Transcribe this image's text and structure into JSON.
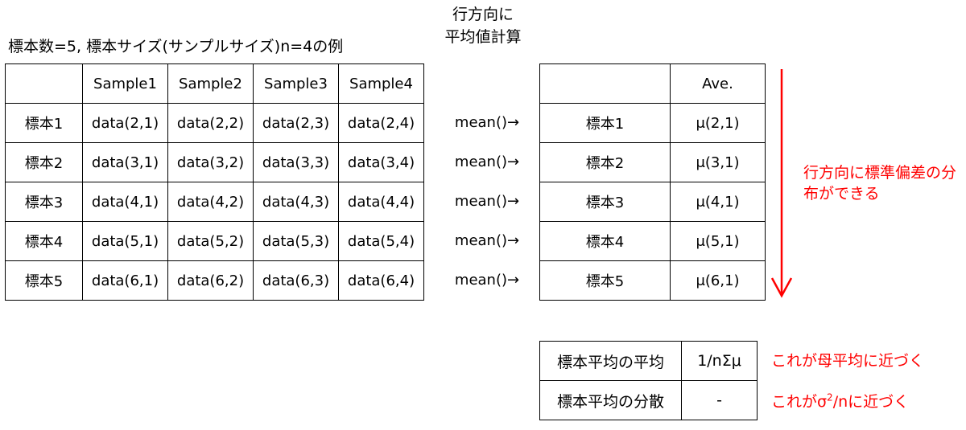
{
  "caption": "標本数=5, 標本サイズ(サンプルサイズ)n=4の例",
  "row_calc_label": [
    "行方向に",
    "平均値計算"
  ],
  "main_table": {
    "headers": [
      "",
      "Sample1",
      "Sample2",
      "Sample3",
      "Sample4"
    ],
    "rows": [
      [
        "標本1",
        "data(2,1)",
        "data(2,2)",
        "data(2,3)",
        "data(2,4)"
      ],
      [
        "標本2",
        "data(3,1)",
        "data(3,2)",
        "data(3,3)",
        "data(3,4)"
      ],
      [
        "標本3",
        "data(4,1)",
        "data(4,2)",
        "data(4,3)",
        "data(4,4)"
      ],
      [
        "標本4",
        "data(5,1)",
        "data(5,2)",
        "data(5,3)",
        "data(5,4)"
      ],
      [
        "標本5",
        "data(6,1)",
        "data(6,2)",
        "data(6,3)",
        "data(6,4)"
      ]
    ]
  },
  "mean_ops": [
    "mean()→",
    "mean()→",
    "mean()→",
    "mean()→",
    "mean()→"
  ],
  "ave_table": {
    "headers": [
      "",
      "Ave."
    ],
    "rows": [
      [
        "標本1",
        "μ(2,1)"
      ],
      [
        "標本2",
        "μ(3,1)"
      ],
      [
        "標本3",
        "μ(4,1)"
      ],
      [
        "標本4",
        "μ(5,1)"
      ],
      [
        "標本5",
        "μ(6,1)"
      ]
    ]
  },
  "spread_note": "行方向に標準偏差の分布ができる",
  "summary_table": {
    "rows": [
      [
        "標本平均の平均",
        "1/nΣμ"
      ],
      [
        "標本平均の分散",
        "-"
      ]
    ]
  },
  "notes": {
    "mean": "これが母平均に近づく",
    "var_prefix": "これがσ",
    "var_sup": "2",
    "var_suffix": "/nに近づく"
  },
  "colors": {
    "accent": "#ff0000",
    "border": "#000000",
    "text": "#000000"
  },
  "icons": {
    "arrow": "down-arrow-icon"
  }
}
